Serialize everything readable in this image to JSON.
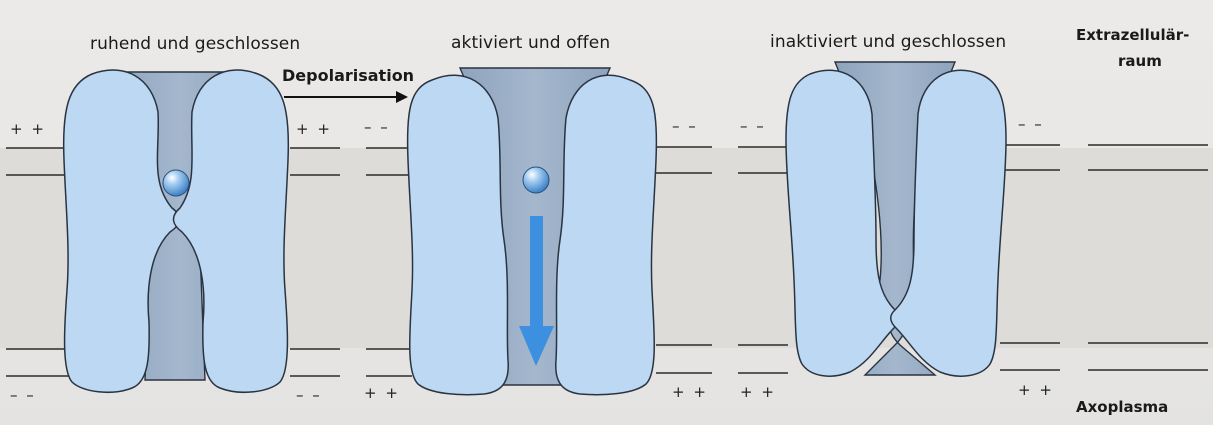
{
  "states": {
    "resting": "ruhend und geschlossen",
    "activated": "aktiviert und offen",
    "inactivated": "inaktiviert und geschlossen"
  },
  "transition": {
    "label": "Depolarisation"
  },
  "regions": {
    "extracellular_line1": "Extrazellulär-",
    "extracellular_line2": "raum",
    "axoplasm": "Axoplasma"
  },
  "charges": {
    "plus_pair": "+ +",
    "minus_pair": "– –"
  },
  "colors": {
    "channel_light": "#bcd8f2",
    "channel_pore": "#97abc4",
    "ion": "#5f9fd8",
    "flow_arrow": "#3d8fe0",
    "membrane": "#2b2b2b"
  }
}
